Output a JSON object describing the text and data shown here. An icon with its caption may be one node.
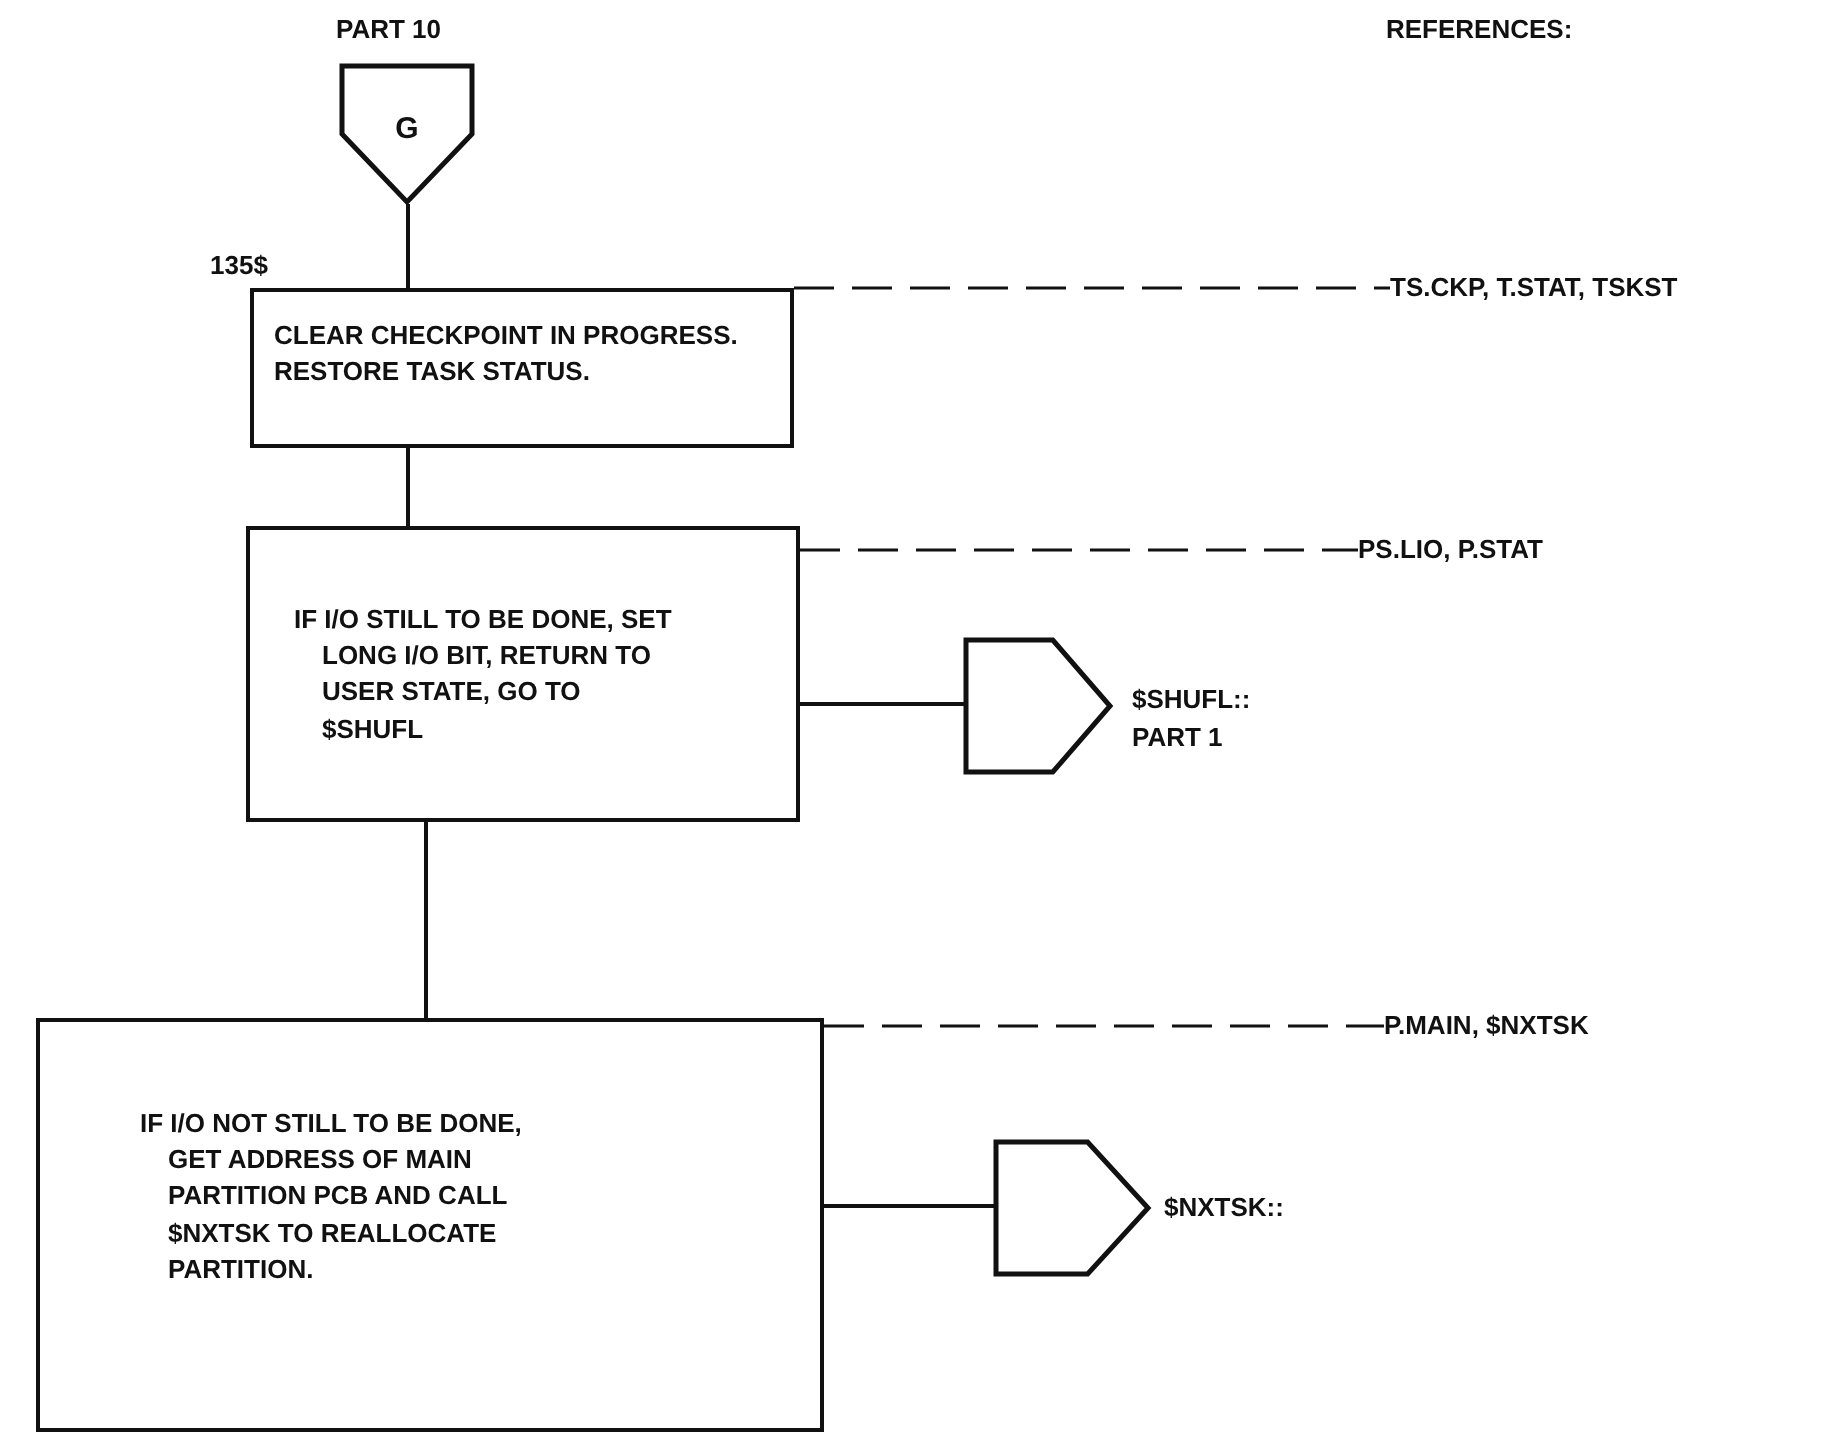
{
  "diagram": {
    "nodes": [
      {
        "text": [
          "G"
        ],
        "beside": [
          "PART 10"
        ]
      },
      {
        "text": [
          "CLEAR CHECKPOINT IN PROGRESS. RESTORE TASK STATUS."
        ],
        "beside": [
          "135$"
        ]
      },
      {
        "text": [
          "IF I/O STILL TO BE DONE, SET LONG I/O BIT, RETURN TO USER STATE, GO TO $SHUFL"
        ]
      },
      {
        "text": [],
        "shape": "pentagon",
        "beside": [
          "$SHUFL:: PART 1"
        ]
      },
      {
        "text": [
          "IF I/O NOT STILL TO BE DONE, GET ADDRESS OF MAIN PARTITION PCB AND CALL $NXTSK TO REALLOCATE PARTITION."
        ]
      },
      {
        "text": [],
        "shape": "pentagon",
        "beside": [
          "$NXTSK::"
        ]
      },
      {
        "text": [
          "TS.CKP, T.STAT, TSKST"
        ]
      },
      {
        "text": [
          "PS.LIO, P.STAT"
        ]
      },
      {
        "text": [
          "P.MAIN, $NXTSK"
        ]
      }
    ],
    "edges": [
      {
        "from": 0,
        "to": 1,
        "arrow": "none"
      },
      {
        "from": 1,
        "to": 2,
        "arrow": "none"
      },
      {
        "from": 2,
        "to": 3,
        "arrow": "none"
      },
      {
        "from": 2,
        "to": 4,
        "arrow": "none"
      },
      {
        "from": 4,
        "to": 5,
        "arrow": "none"
      },
      {
        "from": 1,
        "to": 6,
        "arrow": "none",
        "style": "dashed"
      },
      {
        "from": 2,
        "to": 7,
        "arrow": "none",
        "style": "dashed"
      },
      {
        "from": 4,
        "to": 8,
        "arrow": "none",
        "style": "dashed"
      }
    ],
    "labels": [
      "REFERENCES:"
    ]
  }
}
